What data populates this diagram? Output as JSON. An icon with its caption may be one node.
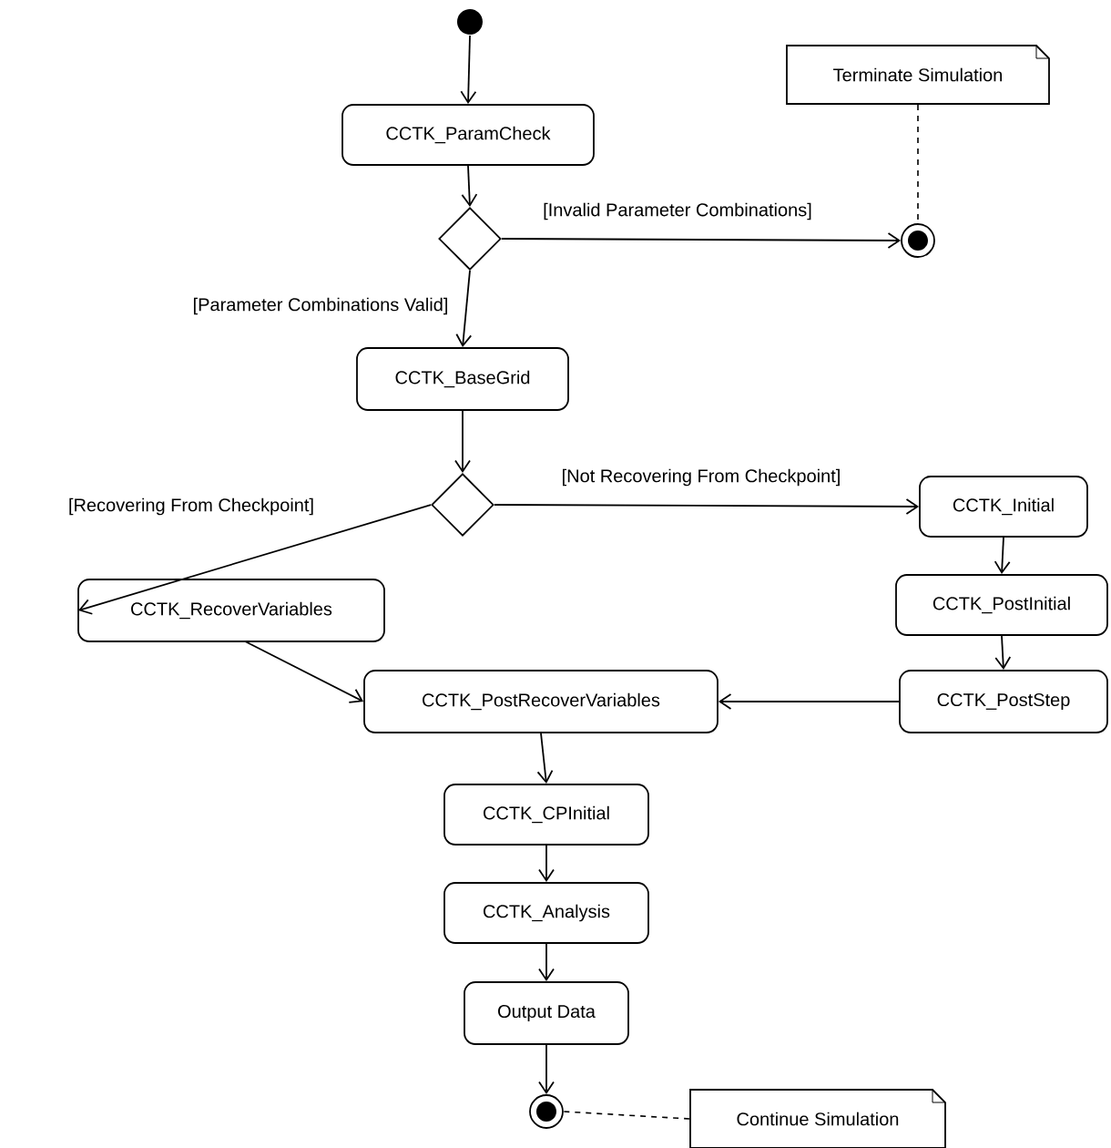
{
  "diagram": {
    "nodes": [
      {
        "text": [],
        "shape": "dot"
      },
      {
        "text": [
          "CCTK_ParamCheck"
        ]
      },
      {
        "text": [],
        "shape": "diamond"
      },
      {
        "text": [
          "Terminate Simulation"
        ]
      },
      {
        "text": [],
        "shape": "bullseye"
      },
      {
        "text": [
          "CCTK_BaseGrid"
        ]
      },
      {
        "text": [],
        "shape": "diamond"
      },
      {
        "text": [
          "CCTK_Initial"
        ]
      },
      {
        "text": [
          "CCTK_RecoverVariables"
        ]
      },
      {
        "text": [
          "CCTK_PostInitial"
        ]
      },
      {
        "text": [
          "CCTK_PostRecoverVariables"
        ]
      },
      {
        "text": [
          "CCTK_PostStep"
        ]
      },
      {
        "text": [
          "CCTK_CPInitial"
        ]
      },
      {
        "text": [
          "CCTK_Analysis"
        ]
      },
      {
        "text": [
          "Output Data"
        ]
      },
      {
        "text": [],
        "shape": "bullseye"
      },
      {
        "text": [
          "Continue Simulation"
        ]
      }
    ],
    "edges": [
      {
        "from": 0,
        "to": 1,
        "arrow": "to"
      },
      {
        "from": 1,
        "to": 2,
        "arrow": "to"
      },
      {
        "from": 2,
        "to": 4,
        "arrow": "to",
        "label": "[Invalid Parameter Combinations]"
      },
      {
        "from": 2,
        "to": 5,
        "arrow": "to",
        "label": "[Parameter Combinations Valid]"
      },
      {
        "from": 3,
        "to": 4,
        "arrow": "none",
        "style": "dashed"
      },
      {
        "from": 5,
        "to": 6,
        "arrow": "to"
      },
      {
        "from": 6,
        "to": 7,
        "arrow": "to",
        "label": "[Not Recovering From Checkpoint]"
      },
      {
        "from": 6,
        "to": 8,
        "arrow": "to",
        "label": "[Recovering From Checkpoint]"
      },
      {
        "from": 7,
        "to": 9,
        "arrow": "to"
      },
      {
        "from": 9,
        "to": 11,
        "arrow": "to"
      },
      {
        "from": 8,
        "to": 10,
        "arrow": "to"
      },
      {
        "from": 11,
        "to": 10,
        "arrow": "to"
      },
      {
        "from": 10,
        "to": 12,
        "arrow": "to"
      },
      {
        "from": 12,
        "to": 13,
        "arrow": "to"
      },
      {
        "from": 13,
        "to": 14,
        "arrow": "to"
      },
      {
        "from": 14,
        "to": 15,
        "arrow": "to"
      },
      {
        "from": 16,
        "to": 15,
        "arrow": "none",
        "style": "dashed"
      }
    ]
  }
}
